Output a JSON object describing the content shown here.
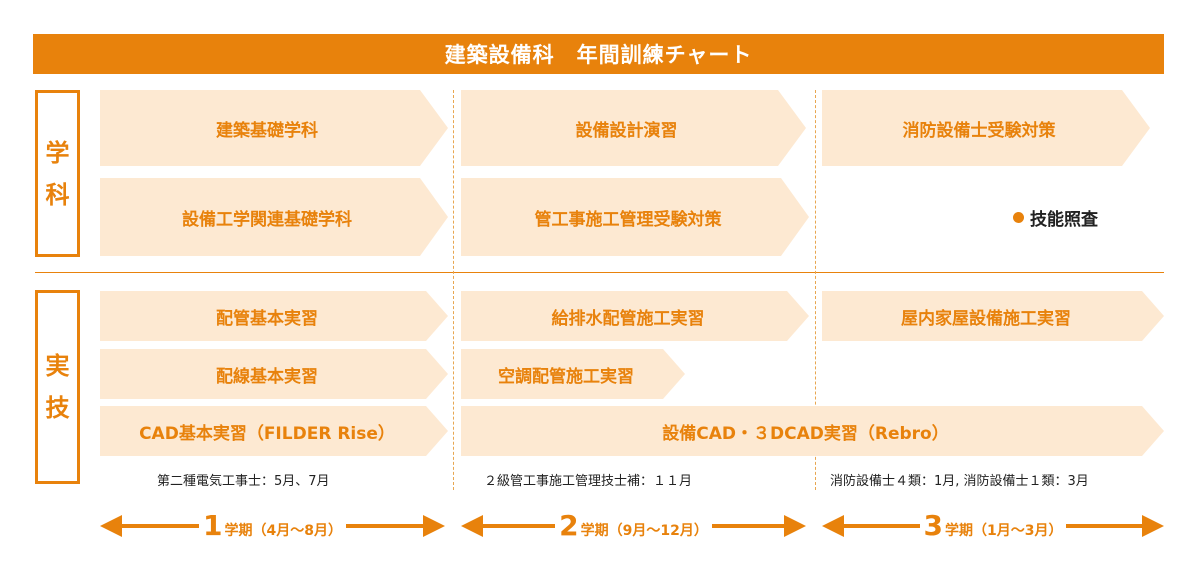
{
  "title": "建築設備科　年間訓練チャート",
  "sections": {
    "academic": [
      "学",
      "科"
    ],
    "practical": [
      "実",
      "技"
    ]
  },
  "academic": {
    "row1": [
      "建築基礎学科",
      "設備設計演習",
      "消防設備士受験対策"
    ],
    "row2": [
      "設備工学関連基礎学科",
      "管工事施工管理受験対策"
    ],
    "bullet_note": "技能照査"
  },
  "practical": {
    "row1": [
      "配管基本実習",
      "給排水配管施工実習",
      "屋内家屋設備施工実習"
    ],
    "row2": [
      "配線基本実習",
      "空調配管施工実習"
    ],
    "row3": [
      "CAD基本実習（FILDER Rise）",
      "設備CAD・３DCAD実習（Rebro）"
    ]
  },
  "exams": [
    "第二種電気工事士：5月、7月",
    "２級管工事施工管理技士補：１１月",
    "消防設備士４類：1月, 消防設備士１類：3月"
  ],
  "terms": [
    {
      "num": "1",
      "label": "学期（4月～8月）"
    },
    {
      "num": "2",
      "label": "学期（9月～12月）"
    },
    {
      "num": "3",
      "label": "学期（1月～3月）"
    }
  ],
  "colors": {
    "accent": "#e8820c",
    "light": "#fde9d2",
    "text": "#222222"
  }
}
